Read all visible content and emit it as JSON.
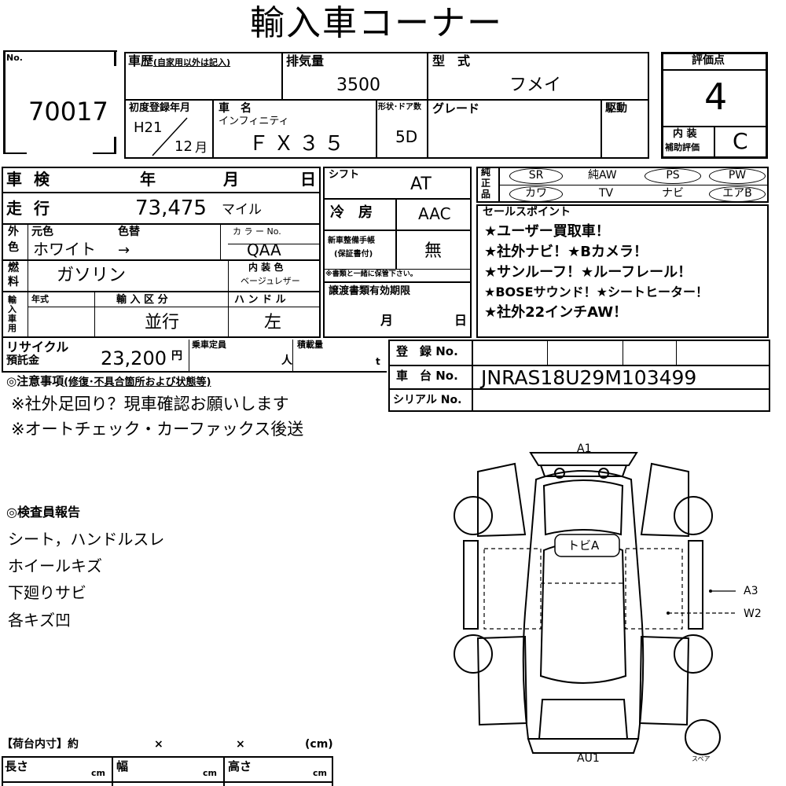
{
  "header": {
    "title": "輸入車コーナー"
  },
  "lot": {
    "no_label": "No.",
    "number": "70017"
  },
  "history": {
    "label": "車歴",
    "sublabel": "(自家用以外は記入)"
  },
  "displacement": {
    "label": "排気量",
    "value": "3500"
  },
  "model": {
    "label": "型　式",
    "value": "フメイ"
  },
  "score": {
    "label": "評価点",
    "value": "4",
    "interior_label_1": "内 装",
    "interior_label_2": "補助評価",
    "interior_value": "C"
  },
  "first_reg": {
    "label": "初度登録年月",
    "era_year": "H21",
    "month": "12",
    "month_unit": "月"
  },
  "car_name": {
    "label": "車　名",
    "maker": "インフィニティ",
    "value": "ＦＸ３５"
  },
  "doors": {
    "label": "形状･ドア数",
    "value": "5D"
  },
  "grade": {
    "label": "グレード"
  },
  "drive": {
    "label": "駆動"
  },
  "inspection": {
    "label": "車 検",
    "year": "年",
    "month": "月",
    "day": "日"
  },
  "shift": {
    "label": "シフト",
    "value": "AT"
  },
  "mileage": {
    "label": "走 行",
    "value": "73,475",
    "unit": "マイル"
  },
  "ac": {
    "label": "冷　房",
    "value": "AAC"
  },
  "color": {
    "side_1": "外",
    "side_2": "色",
    "orig_label": "元色",
    "change_label": "色替",
    "value": "ホワイト",
    "arrow": "→",
    "code_label": "カ ラ ー No.",
    "code": "QAA",
    "interior_label": "内 装 色",
    "interior_value": "ベージュレザー"
  },
  "fuel": {
    "side_1": "燃",
    "side_2": "料",
    "value": "ガソリン"
  },
  "maintenance": {
    "label_1": "新車整備手帳",
    "label_2": "(保証書付)",
    "value": "無",
    "note": "※書類と一緒に保管下さい。"
  },
  "import": {
    "side_1": "輸",
    "side_2": "入",
    "side_3": "車",
    "side_4": "用",
    "year_label": "年式",
    "class_label": "輸 入 区 分",
    "class_value": "並行",
    "handle_label": "ハ ン ド ル",
    "handle_value": "左"
  },
  "transfer": {
    "label": "譲渡書類有効期限",
    "month": "月",
    "day": "日"
  },
  "recycle": {
    "label_1": "リサイクル",
    "label_2": "預託金",
    "value": "23,200",
    "unit": "円"
  },
  "capacity": {
    "label": "乗車定員",
    "unit": "人"
  },
  "load": {
    "label": "積載量",
    "unit": "t"
  },
  "registration": {
    "label": "登　録 No."
  },
  "chassis": {
    "label": "車　台 No.",
    "value": "JNRAS18U29M103499"
  },
  "serial": {
    "label": "シリアル No."
  },
  "equipment": {
    "side_1": "純",
    "side_2": "正",
    "side_3": "品",
    "row1": [
      "SR",
      "純AW",
      "PS",
      "PW"
    ],
    "row2": [
      "カワ",
      "TV",
      "ナビ",
      "エアB"
    ],
    "circled": [
      "SR",
      "PS",
      "PW",
      "カワ",
      "エアB"
    ]
  },
  "sales": {
    "label": "セールスポイント",
    "lines": [
      "★ユーザー買取車！",
      "★社外ナビ！★Bカメラ！",
      "★サンルーフ！★ルーフレール！",
      "★BOSEサウンド！★シートヒーター！",
      "★社外22インチAW！"
    ]
  },
  "notes": {
    "label": "◎注意事項",
    "sublabel": "(修復･不具合箇所および状態等)",
    "lines": [
      "※社外足回り？現車確認お願いします",
      "※オートチェック・カーファックス後送"
    ]
  },
  "inspector": {
    "label": "◎検査員報告",
    "lines": [
      "シート，ハンドルスレ",
      "ホイールキズ",
      "下廻りサビ",
      "各キズ凹"
    ]
  },
  "diagram": {
    "front_mark": "A1",
    "roof_mark": "トビA",
    "right_mark_1": "A3",
    "right_mark_2": "W2",
    "rear_mark": "AU1",
    "spare": "スペア"
  },
  "cargo": {
    "label": "【荷台内寸】約",
    "x1": "×",
    "x2": "×",
    "unit": "(cm)",
    "length": "長さ",
    "width": "幅",
    "height": "高さ",
    "cm": "cm"
  }
}
